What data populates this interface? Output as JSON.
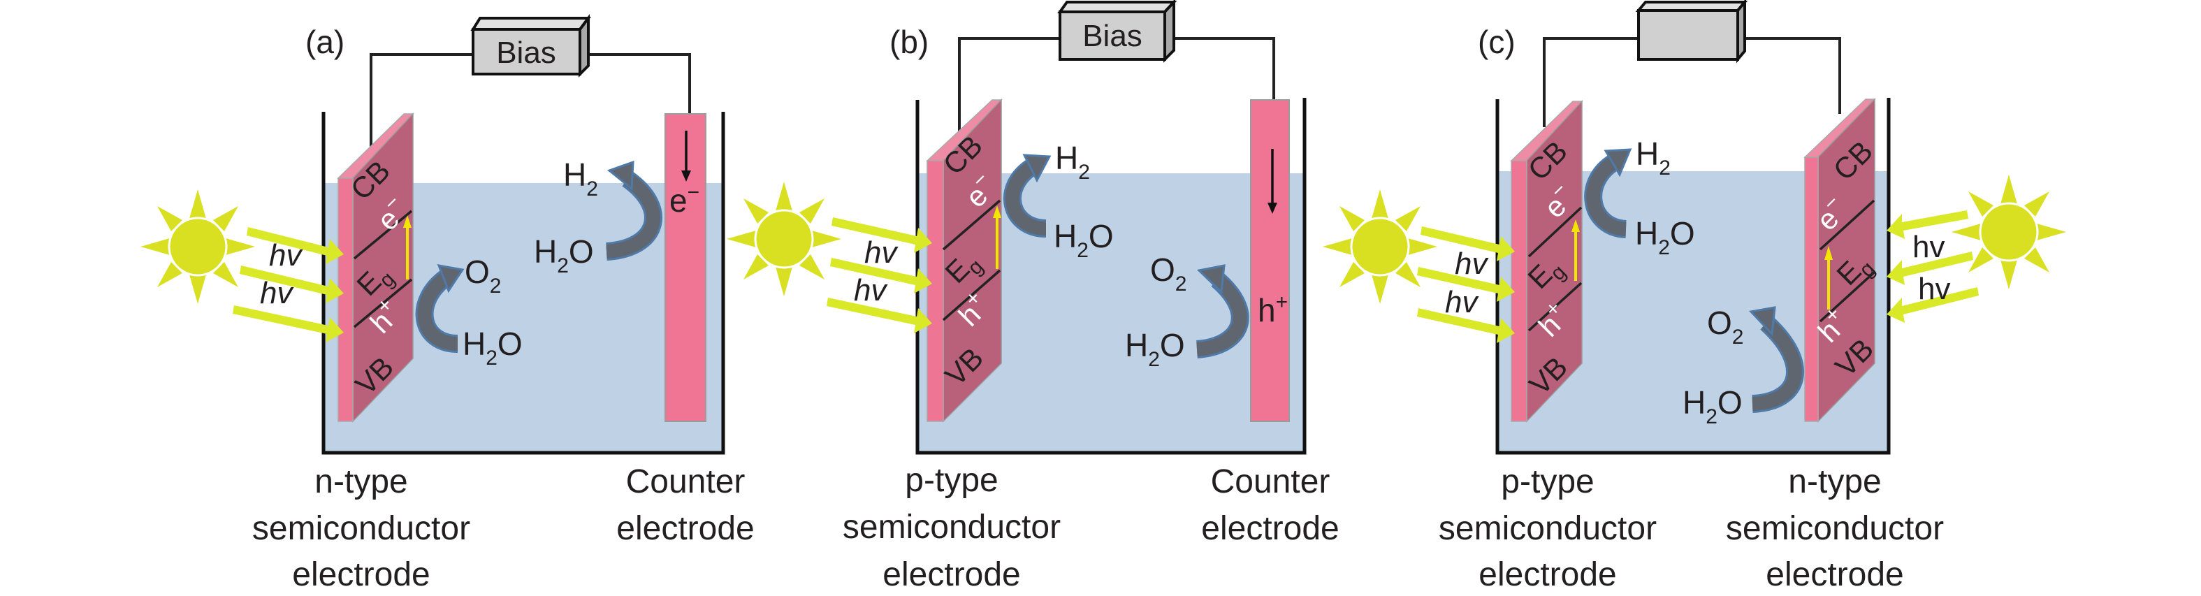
{
  "figure": {
    "description": "Photoelectrochemical water splitting cell configurations",
    "colors": {
      "water": "#bed1e5",
      "semiconductor_face": "#b9607a",
      "electrode_pink": "#f07595",
      "sun": "#d9e021",
      "reaction_arrow": "#5f6670",
      "excitation_arrow": "#f2e600",
      "bias_box": "#d0d0d0"
    }
  },
  "panels": [
    {
      "tag": "(a)",
      "bias_label": "Bias",
      "left_electrode": {
        "type": "semiconductor",
        "label_lines": [
          "n-type",
          "semiconductor",
          "electrode"
        ],
        "bands": {
          "cb": "CB",
          "vb": "VB",
          "gap": "E",
          "gap_sub": "g",
          "electron": "e",
          "electron_sup": "−",
          "hole": "h",
          "hole_sup": "+"
        }
      },
      "right_electrode": {
        "type": "counter",
        "label_lines": [
          "Counter",
          "electrode"
        ],
        "carrier": "e",
        "carrier_sup": "−"
      },
      "reactions": [
        {
          "reactant": "H",
          "reactant_sub": "2",
          "reactant_tail": "O",
          "product": "O",
          "product_sub": "2",
          "site": "left"
        },
        {
          "reactant": "H",
          "reactant_sub": "2",
          "reactant_tail": "O",
          "product": "H",
          "product_sub": "2",
          "site": "right"
        }
      ],
      "light": {
        "icon": "sun-icon",
        "side": "left",
        "labels": [
          "hv",
          "hv"
        ]
      }
    },
    {
      "tag": "(b)",
      "bias_label": "Bias",
      "left_electrode": {
        "type": "semiconductor",
        "label_lines": [
          "p-type",
          "semiconductor",
          "electrode"
        ],
        "bands": {
          "cb": "CB",
          "vb": "VB",
          "gap": "E",
          "gap_sub": "g",
          "electron": "e",
          "electron_sup": "−",
          "hole": "h",
          "hole_sup": "+"
        }
      },
      "right_electrode": {
        "type": "counter",
        "label_lines": [
          "Counter",
          "electrode"
        ],
        "carrier": "h",
        "carrier_sup": "+"
      },
      "reactions": [
        {
          "reactant": "H",
          "reactant_sub": "2",
          "reactant_tail": "O",
          "product": "H",
          "product_sub": "2",
          "site": "left"
        },
        {
          "reactant": "H",
          "reactant_sub": "2",
          "reactant_tail": "O",
          "product": "O",
          "product_sub": "2",
          "site": "right"
        }
      ],
      "light": {
        "icon": "sun-icon",
        "side": "left",
        "labels": [
          "hv",
          "hv"
        ]
      }
    },
    {
      "tag": "(c)",
      "bias_label": "",
      "left_electrode": {
        "type": "semiconductor",
        "label_lines": [
          "p-type",
          "semiconductor",
          "electrode"
        ],
        "bands": {
          "cb": "CB",
          "vb": "VB",
          "gap": "E",
          "gap_sub": "g",
          "electron": "e",
          "electron_sup": "−",
          "hole": "h",
          "hole_sup": "+"
        }
      },
      "right_electrode": {
        "type": "semiconductor",
        "label_lines": [
          "n-type",
          "semiconductor",
          "electrode"
        ],
        "bands": {
          "cb": "CB",
          "vb": "VB",
          "gap": "E",
          "gap_sub": "g",
          "electron": "e",
          "electron_sup": "−",
          "hole": "h",
          "hole_sup": "+"
        }
      },
      "reactions": [
        {
          "reactant": "H",
          "reactant_sub": "2",
          "reactant_tail": "O",
          "product": "H",
          "product_sub": "2",
          "site": "left"
        },
        {
          "reactant": "H",
          "reactant_sub": "2",
          "reactant_tail": "O",
          "product": "O",
          "product_sub": "2",
          "site": "right"
        }
      ],
      "light": {
        "icon": "sun-icon",
        "side": "both",
        "labels": [
          "hv",
          "hv"
        ],
        "right_labels": [
          "hv",
          "hv"
        ]
      }
    }
  ]
}
